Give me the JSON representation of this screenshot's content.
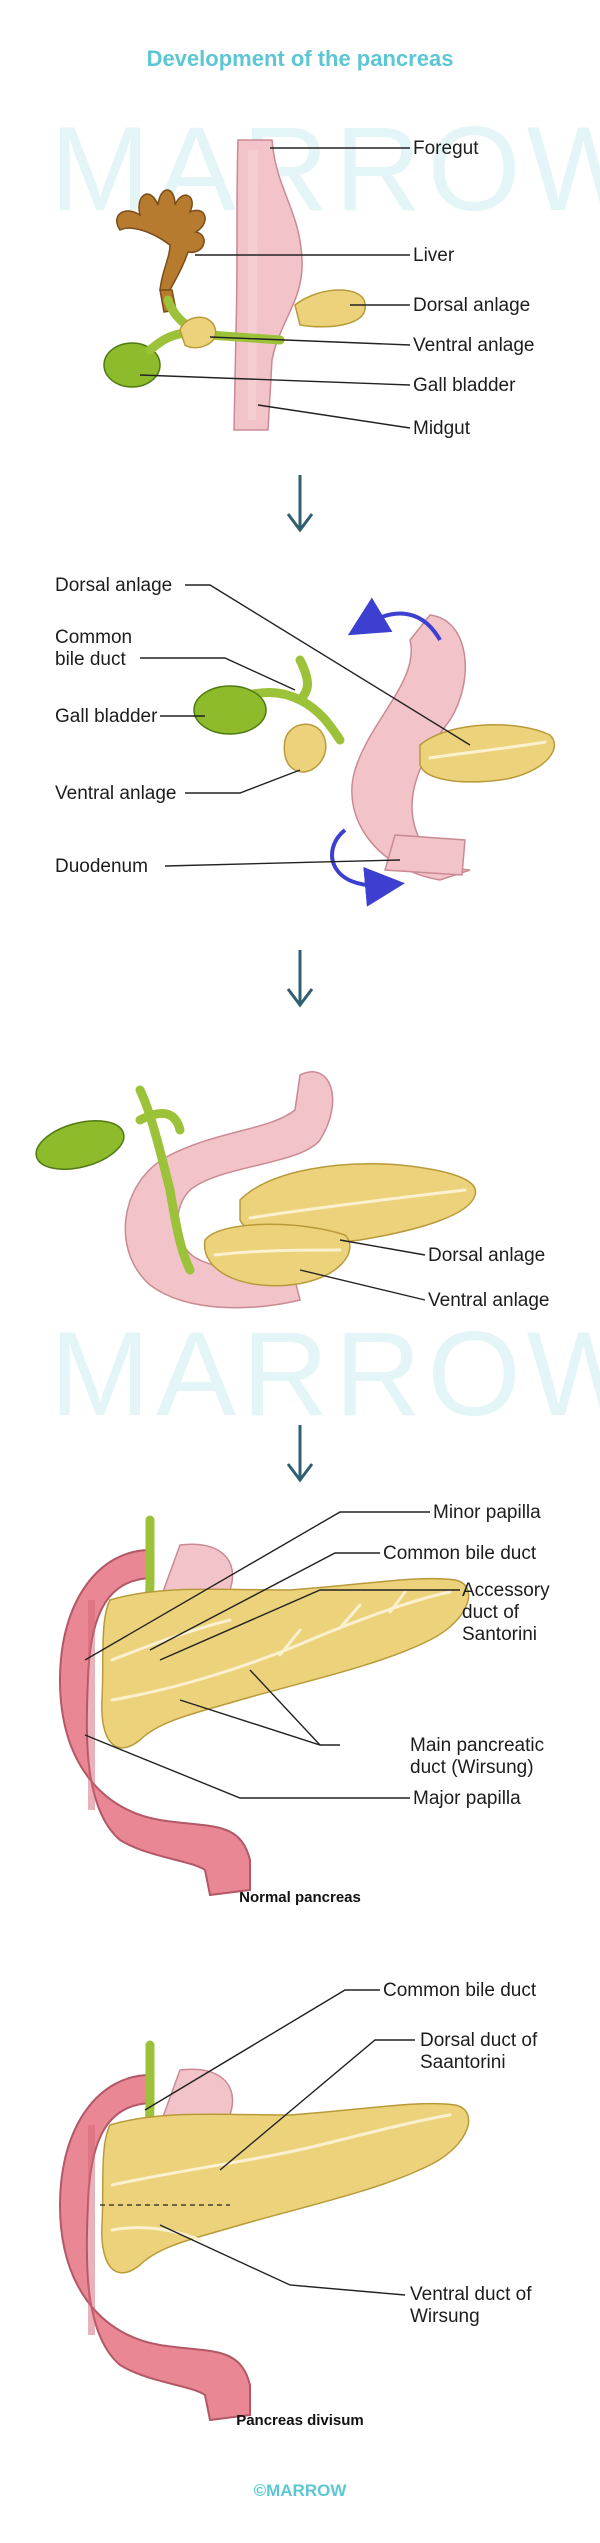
{
  "title": "Development of the pancreas",
  "watermark": "MARROW",
  "panel1": {
    "labels": {
      "foregut": "Foregut",
      "liver": "Liver",
      "dorsal_anlage": "Dorsal anlage",
      "ventral_anlage": "Ventral anlage",
      "gall_bladder": "Gall bladder",
      "midgut": "Midgut"
    }
  },
  "panel2": {
    "labels": {
      "dorsal_anlage": "Dorsal anlage",
      "common_bile_duct_line1": "Common",
      "common_bile_duct_line2": "bile duct",
      "gall_bladder": "Gall bladder",
      "ventral_anlage": "Ventral anlage",
      "duodenum": "Duodenum"
    }
  },
  "panel3": {
    "labels": {
      "dorsal_anlage": "Dorsal anlage",
      "ventral_anlage": "Ventral anlage"
    }
  },
  "panel4": {
    "caption": "Normal pancreas",
    "labels": {
      "minor_papilla": "Minor papilla",
      "common_bile_duct": "Common bile duct",
      "accessory_duct_line1": "Accessory",
      "accessory_duct_line2": "duct of",
      "accessory_duct_line3": "Santorini",
      "main_duct_line1": "Main pancreatic",
      "main_duct_line2": "duct (Wirsung)",
      "major_papilla": "Major papilla"
    }
  },
  "panel5": {
    "caption": "Pancreas divisum",
    "labels": {
      "common_bile_duct": "Common bile duct",
      "dorsal_duct_line1": "Dorsal duct of",
      "dorsal_duct_line2": "Saantorini",
      "ventral_duct_line1": "Ventral duct of",
      "ventral_duct_line2": "Wirsung"
    }
  },
  "footer": "©MARROW",
  "colors": {
    "title": "#5cc7d3",
    "pancreas": "#ecd27a",
    "gut": "#f2c3c8",
    "gall_bladder": "#8dbb2c",
    "liver": "#b77b2f",
    "rotation_arrow": "#3c3fd0",
    "down_arrow": "#2f5f70"
  }
}
